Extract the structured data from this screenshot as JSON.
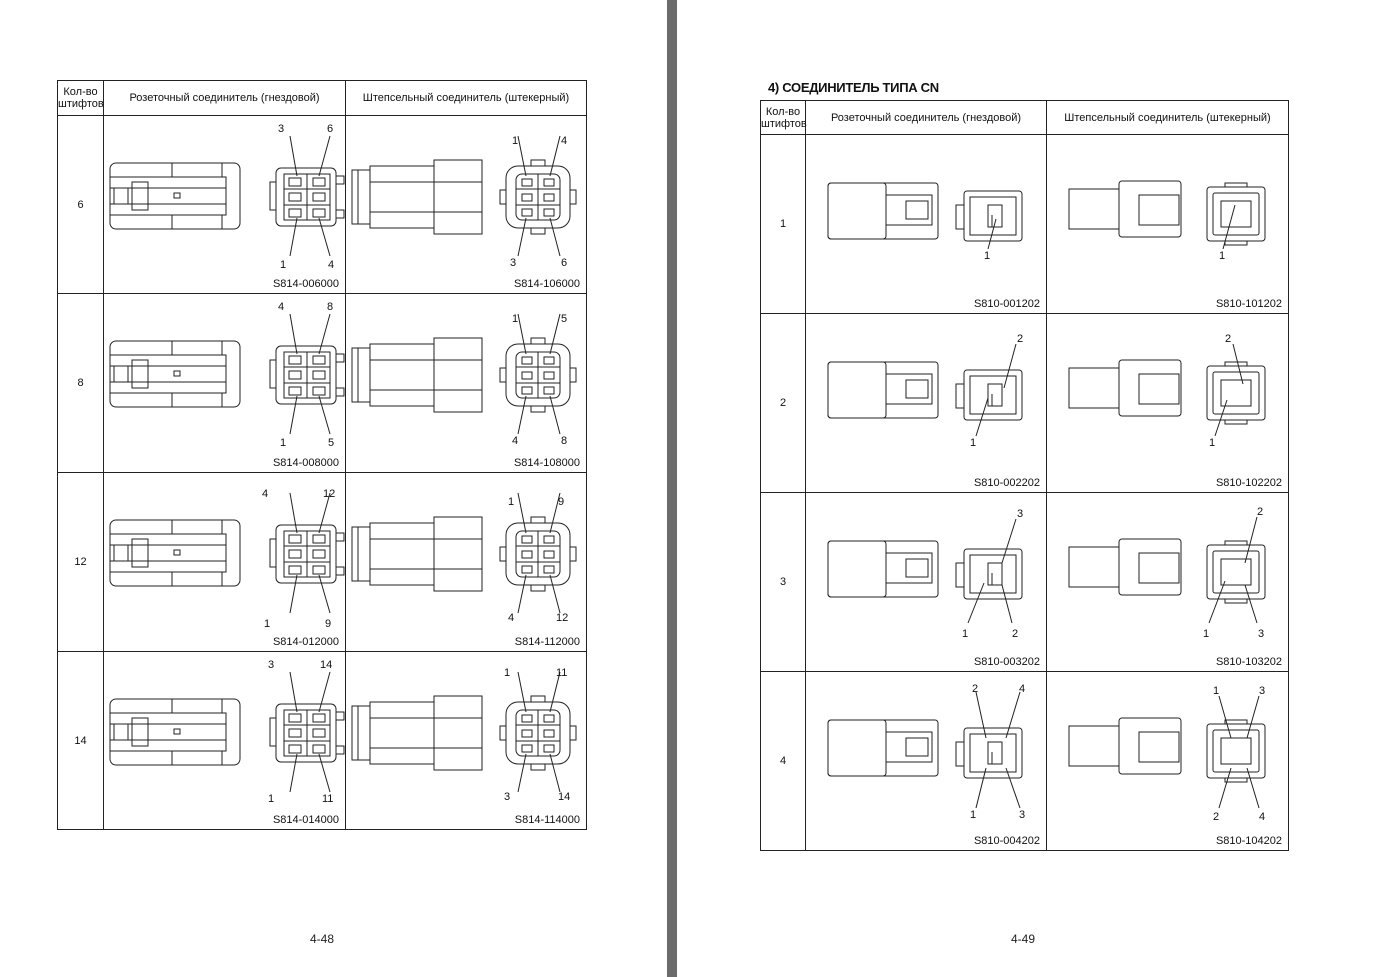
{
  "left_page": {
    "page_number": "4-48",
    "headers": {
      "pins": "Кол-во штифтов",
      "socket": "Розеточный соединитель (гнездовой)",
      "plug": "Штепсельный соединитель (штекерный)"
    },
    "rows": [
      {
        "pins": "6",
        "socket_code": "S814-006000",
        "plug_code": "S814-106000",
        "socket_labels": {
          "top_left": "3",
          "top_right": "6",
          "bottom_left": "1",
          "bottom_right": "4"
        },
        "plug_labels": {
          "top_left": "1",
          "top_right": "4",
          "bottom_left": "3",
          "bottom_right": "6"
        }
      },
      {
        "pins": "8",
        "socket_code": "S814-008000",
        "plug_code": "S814-108000",
        "socket_labels": {
          "top_left": "4",
          "top_right": "8",
          "bottom_left": "1",
          "bottom_right": "5"
        },
        "plug_labels": {
          "top_left": "1",
          "top_right": "5",
          "bottom_left": "4",
          "bottom_right": "8"
        }
      },
      {
        "pins": "12",
        "socket_code": "S814-012000",
        "plug_code": "S814-112000",
        "socket_labels": {
          "top_left": "4",
          "top_right": "12",
          "bottom_left": "1",
          "bottom_right": "9"
        },
        "plug_labels": {
          "top_left": "1",
          "top_right": "9",
          "bottom_left": "4",
          "bottom_right": "12"
        }
      },
      {
        "pins": "14",
        "socket_code": "S814-014000",
        "plug_code": "S814-114000",
        "socket_labels": {
          "top_left": "3",
          "top_right": "14",
          "bottom_left": "1",
          "bottom_right": "11"
        },
        "plug_labels": {
          "top_left": "1",
          "top_right": "11",
          "bottom_left": "3",
          "bottom_right": "14"
        }
      }
    ]
  },
  "right_page": {
    "page_number": "4-49",
    "section_title": "4) СОЕДИНИТЕЛЬ ТИПА CN",
    "headers": {
      "pins": "Кол-во штифтов",
      "socket": "Розеточный соединитель (гнездовой)",
      "plug": "Штепсельный соединитель (штекерный)"
    },
    "rows": [
      {
        "pins": "1",
        "socket_code": "S810-001202",
        "plug_code": "S810-101202",
        "socket_labels": {
          "a": "1"
        },
        "plug_labels": {
          "a": "1"
        }
      },
      {
        "pins": "2",
        "socket_code": "S810-002202",
        "plug_code": "S810-102202",
        "socket_labels": {
          "a": "2",
          "b": "1"
        },
        "plug_labels": {
          "a": "2",
          "b": "1"
        }
      },
      {
        "pins": "3",
        "socket_code": "S810-003202",
        "plug_code": "S810-103202",
        "socket_labels": {
          "a": "3",
          "b": "1",
          "c": "2"
        },
        "plug_labels": {
          "a": "2",
          "b": "1",
          "c": "3"
        }
      },
      {
        "pins": "4",
        "socket_code": "S810-004202",
        "plug_code": "S810-104202",
        "socket_labels": {
          "a": "2",
          "b": "4",
          "c": "1",
          "d": "3"
        },
        "plug_labels": {
          "a": "1",
          "b": "3",
          "c": "2",
          "d": "4"
        }
      }
    ]
  }
}
